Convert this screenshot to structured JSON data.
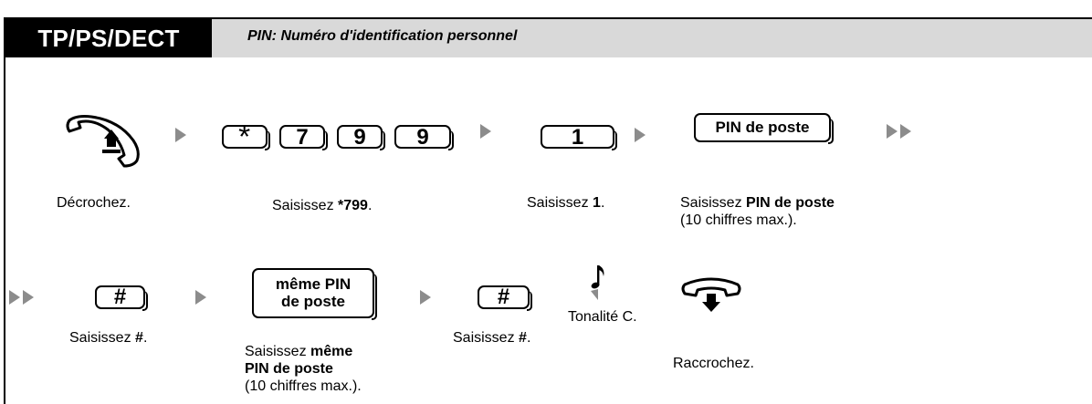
{
  "header": {
    "tag": "TP/PS/DECT",
    "subtitle": "PIN: Numéro d'identification personnel"
  },
  "keys": {
    "star": "*",
    "seven": "7",
    "nine_a": "9",
    "nine_b": "9",
    "one": "1",
    "pin": "PIN de poste",
    "hash_a": "#",
    "same_pin_line1": "même PIN",
    "same_pin_line2": "de poste",
    "hash_b": "#"
  },
  "labels": {
    "off_hook": "Décrochez.",
    "enter_799_prefix": "Saisissez ",
    "enter_799_value": "*799",
    "enter_799_suffix": ".",
    "enter_1_prefix": "Saisissez ",
    "enter_1_value": "1",
    "enter_1_suffix": ".",
    "enter_pin_prefix": "Saisissez ",
    "enter_pin_value": "PIN de poste",
    "enter_pin_note": "(10 chiffres max.).",
    "enter_hash_a_prefix": "Saisissez ",
    "enter_hash_a_value": "#",
    "enter_hash_a_suffix": ".",
    "enter_same_prefix": "Saisissez ",
    "enter_same_value_1": "même",
    "enter_same_value_2": "PIN de poste",
    "enter_same_note": "(10 chiffres max.).",
    "enter_hash_b_prefix": "Saisissez ",
    "enter_hash_b_value": "#",
    "enter_hash_b_suffix": ".",
    "tone": "Tonalité C.",
    "on_hook": "Raccrochez."
  },
  "icons": {
    "off_hook": "handset-lift-icon",
    "tone": "music-note-icon",
    "on_hook": "handset-hangup-icon",
    "arrow": "step-arrow-icon",
    "double_arrow": "continue-double-arrow-icon"
  },
  "colors": {
    "header_bar": "#d9d9d9",
    "tag_bg": "#000000",
    "arrow": "#8c8c8c"
  }
}
